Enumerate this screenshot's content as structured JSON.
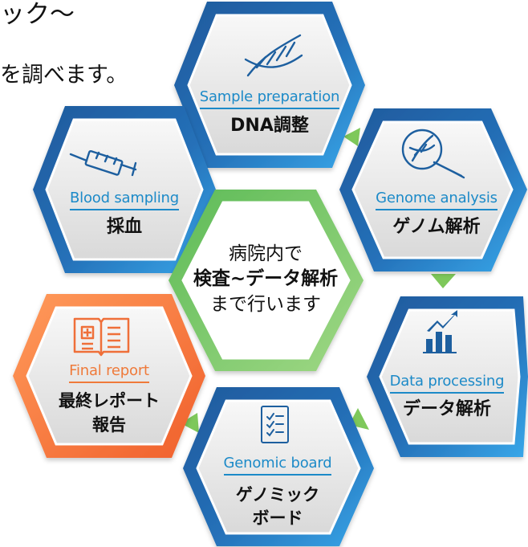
{
  "intro": {
    "line1": "ック〜",
    "line2": "を調べます。"
  },
  "center": {
    "line1": "病院内で",
    "line2": "検査~データ解析",
    "line3": "まで行います"
  },
  "steps": [
    {
      "id": "sample",
      "english": "Sample preparation",
      "japanese": "DNA調整",
      "icon": "dna-icon"
    },
    {
      "id": "genome",
      "english": "Genome analysis",
      "japanese": "ゲノム解析",
      "icon": "dna-magnifier-icon"
    },
    {
      "id": "data",
      "english": "Data processing",
      "japanese": "データ解析",
      "icon": "bar-chart-icon"
    },
    {
      "id": "board",
      "english": "Genomic board",
      "japanese_line1": "ゲノミック",
      "japanese_line2": "ボード",
      "icon": "checklist-icon"
    },
    {
      "id": "report",
      "english": "Final report",
      "japanese_line1": "最終レポート",
      "japanese_line2": "報告",
      "icon": "report-book-icon"
    },
    {
      "id": "blood",
      "english": "Blood sampling",
      "japanese": "採血",
      "icon": "syringe-icon"
    }
  ],
  "colors": {
    "blue_outer": "#1f64a8",
    "blue_inner": "#2f9ce2",
    "orange_outer": "#f06b34",
    "orange_inner": "#ff9a55",
    "green_outer": "#4aa84e",
    "green_inner": "#8ed072",
    "gray_fill": "#e9e9e9",
    "white": "#ffffff",
    "blue_text": "#1c8ac8",
    "orange_text": "#ef7a3a"
  }
}
